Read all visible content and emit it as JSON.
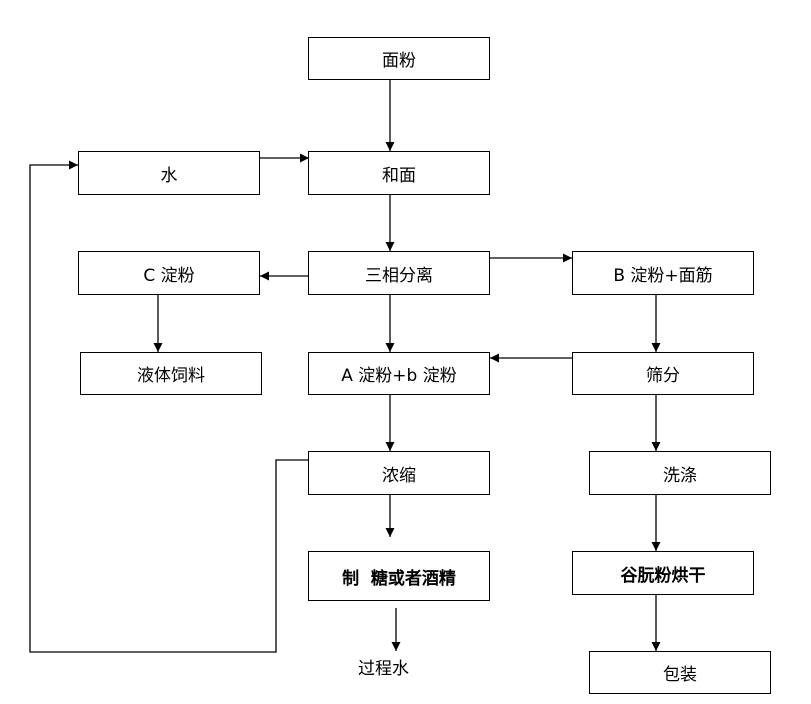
{
  "nodes": {
    "flour": "面粉",
    "water": "水",
    "dough": "和面",
    "three_phase": "三相分离",
    "c_starch": "C 淀粉",
    "b_starch_gluten": "B 淀粉+面筋",
    "liquid_feed": "液体饲料",
    "ab_starch": "A 淀粉+b 淀粉",
    "sieve": "筛分",
    "concentrate": "浓缩",
    "wash": "洗涤",
    "sugar_alcohol": "制  糖或者酒精",
    "gluten_dry": "谷朊粉烘干",
    "process_water": "过程水",
    "package": "包装"
  }
}
